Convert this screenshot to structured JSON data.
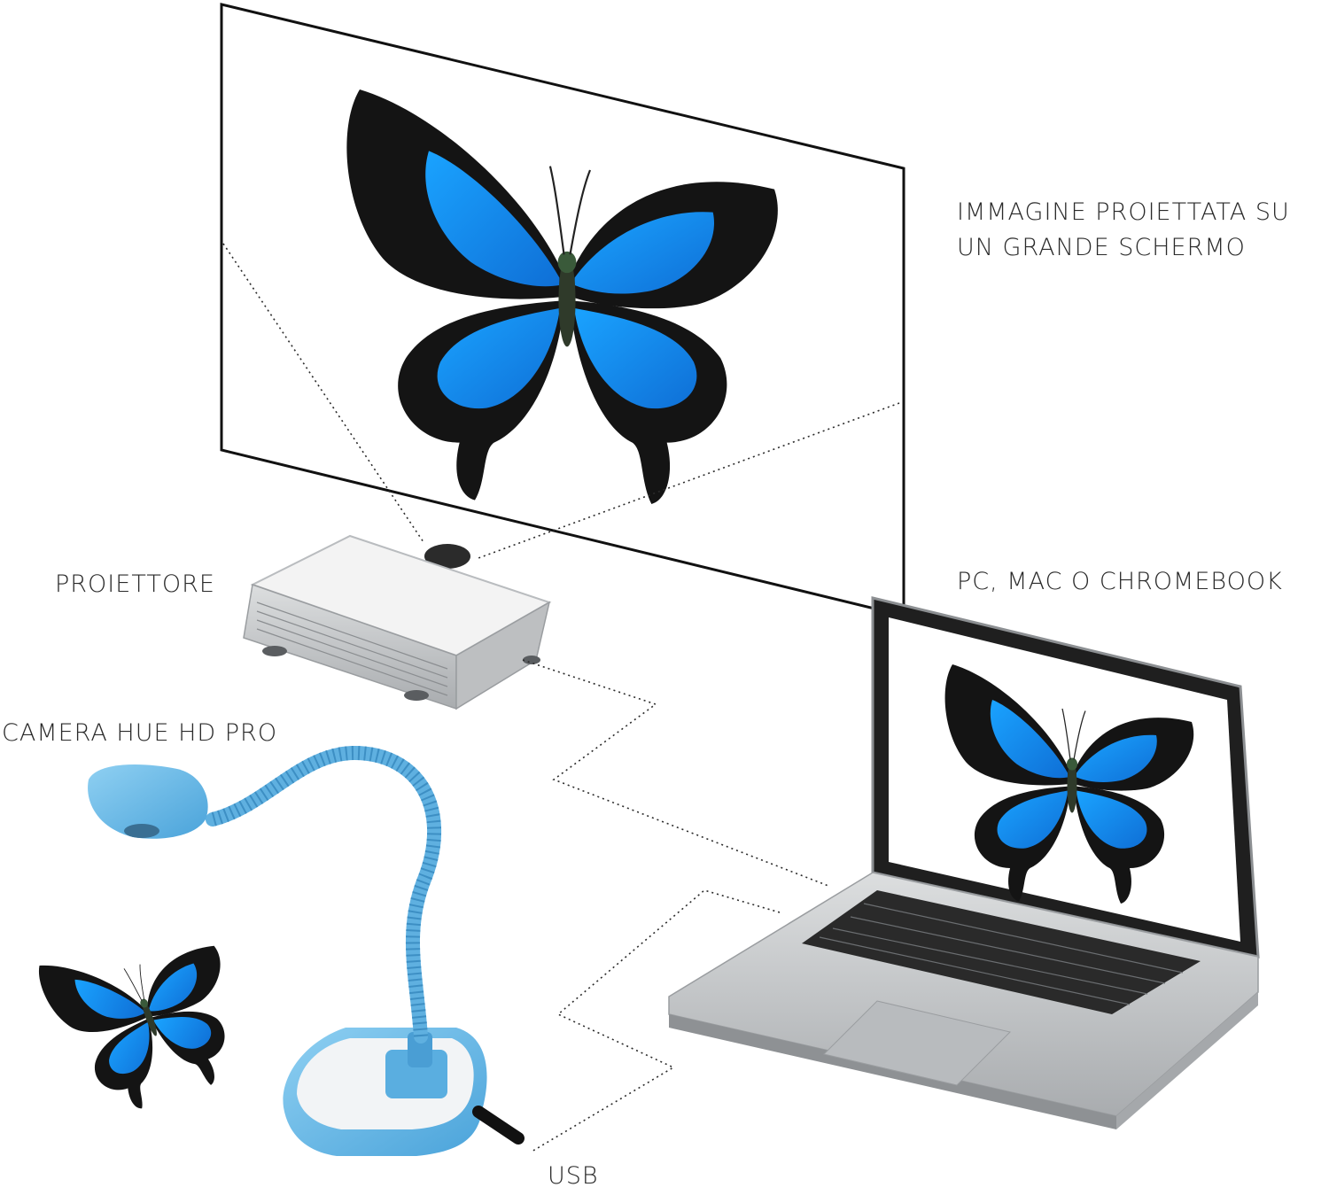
{
  "labels": {
    "screen": [
      "IMMAGINE PROIETTATA SU",
      "UN GRANDE SCHERMO"
    ],
    "computer": "PC, MAC O CHROMEBOOK",
    "projector": "PROIETTORE",
    "camera": "CAMERA HUE HD PRO",
    "usb": "USB"
  },
  "colors": {
    "wing_blue": "#1e8ef0",
    "wing_dark": "#141414",
    "camera_blue": "#6cb8e6",
    "laptop_silver": "#c9cbcd",
    "line": "#2b2b2b"
  },
  "icons": [
    "butterfly-icon",
    "projector-icon",
    "laptop-icon",
    "document-camera-icon"
  ]
}
